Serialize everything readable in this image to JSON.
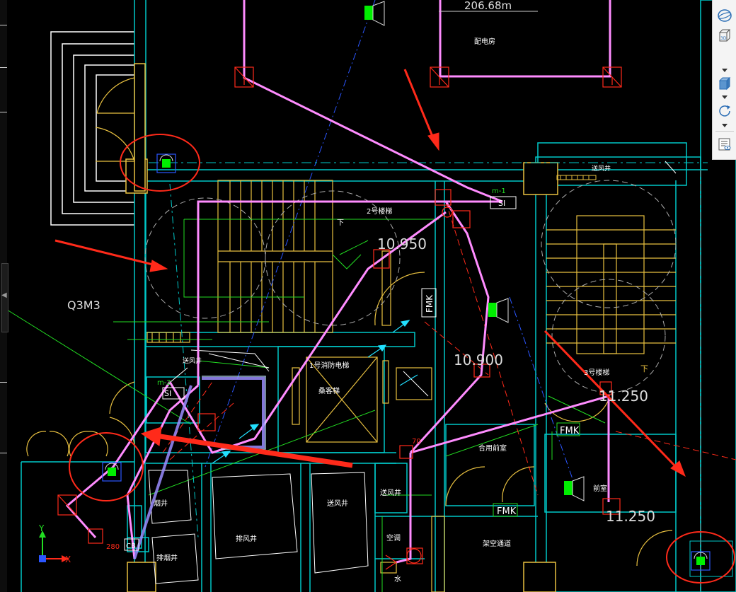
{
  "drawing": {
    "top_dimension": "206.68m",
    "rooms": {
      "power_room": "配电房",
      "stair_2": "2号楼梯",
      "stair_3": "3号楼梯",
      "fire_elevator": "1号消防电梯",
      "elevator_cab": "桑客梯",
      "shared_anteroom": "合用前室",
      "anteroom": "前室",
      "smoke_shaft": "烟井",
      "exhaust_shaft": "排风井",
      "exhaust_smoke_shaft": "排烟井",
      "air_supply_shaft_a": "送风井",
      "air_supply_shaft_b": "送风井",
      "air_supply_shaft_c": "送风井",
      "air_supply_shaft_d": "送风井",
      "ac_room": "空调",
      "overhead_passage": "架空通道",
      "water": "水",
      "down_a": "下",
      "down_b": "下"
    },
    "elevations": {
      "e1": "10.950",
      "e2": "10.900",
      "e3": "11.250",
      "e4": "11.250"
    },
    "tags": {
      "q3m3": "Q3M3",
      "m1": "m-1",
      "m2": "m-2",
      "si_1": "SI",
      "si_2": "SI",
      "fmk_vertical": "FMK",
      "fmk_1": "FMK",
      "fmk_2": "FMK",
      "cb": "CB",
      "label_70": "70",
      "label_280": "280"
    },
    "axis": {
      "x": "X",
      "y": "Y"
    },
    "colors": {
      "background": "#000000",
      "wall": "#00c8c8",
      "stair": "#e8c040",
      "route": "#ff88ff",
      "annotation": "#ff2a1a",
      "grid": "#22dd22",
      "white": "#ffffff",
      "device": "#00ee00"
    }
  },
  "toolbar": {
    "items": [
      {
        "icon": "orbit-icon"
      },
      {
        "icon": "3d-view-icon"
      },
      {
        "icon": "view-cube-icon"
      },
      {
        "icon": "rotate-icon"
      },
      {
        "icon": "layer-properties-icon"
      }
    ]
  }
}
